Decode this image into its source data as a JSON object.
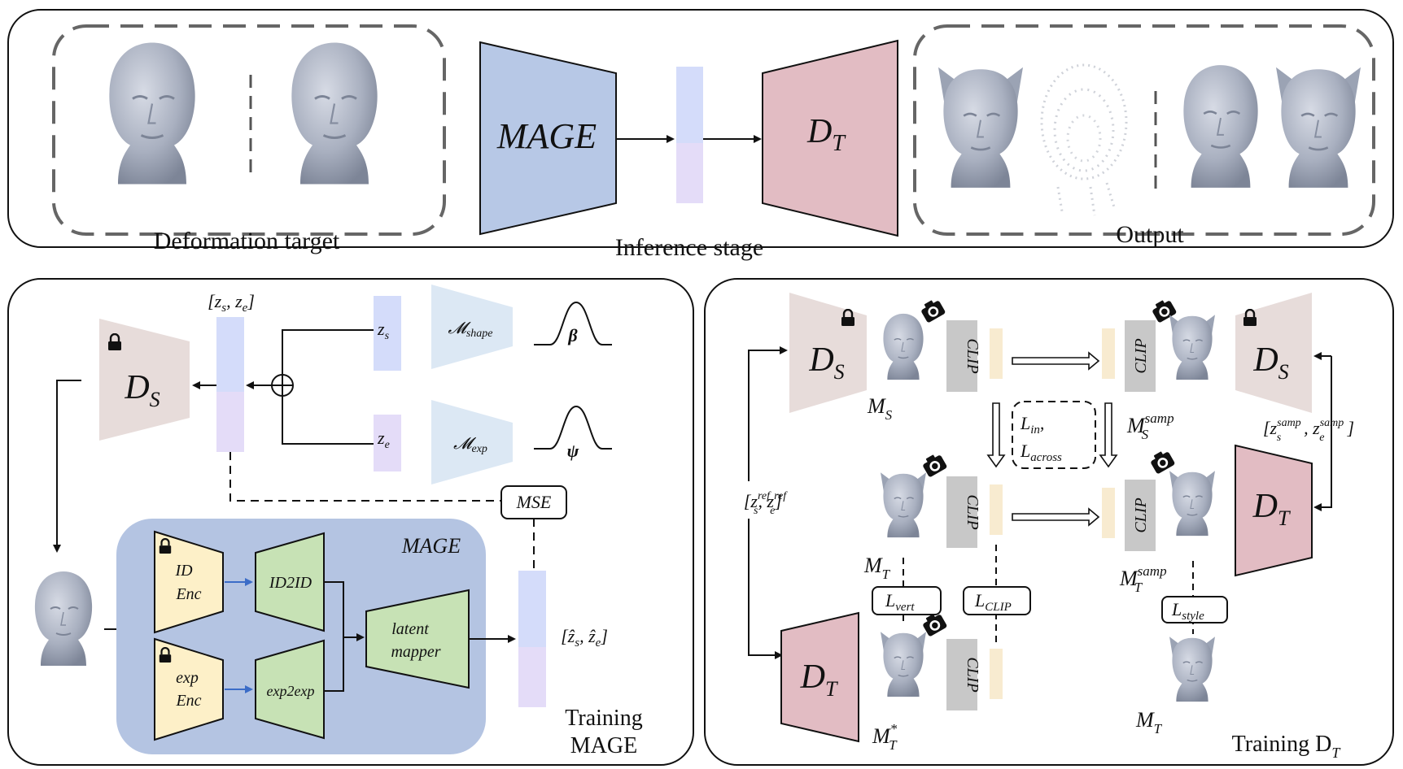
{
  "colors": {
    "mage_blue": "#b7c8e6",
    "dt_pink": "#e2bcc3",
    "ds_gray": "#e7dcda",
    "enc_yellow": "#fdf0c8",
    "mapper_green": "#c7e2b5",
    "latent_shape": "#d4dcfa",
    "latent_exp": "#e4dcf8",
    "clip_gray": "#c8c8c8",
    "clip_feat": "#f8ebd0",
    "mage_panel": "#b4c4e2",
    "mapping_blue": "#dce8f4",
    "face_gray": "#a6adbd"
  },
  "top": {
    "deformation_target": "Deformation target",
    "mage": "MAGE",
    "inference_stage": "Inference stage",
    "dt_base": "D",
    "dt_sub": "T",
    "output": "Output"
  },
  "left": {
    "latent_top": "[z",
    "latent_top_s": "s",
    "latent_top_comma": ", z",
    "latent_top_e": "e",
    "latent_top_close": "]",
    "ds_base": "D",
    "ds_sub": "S",
    "zs_base": "z",
    "zs_sub": "s",
    "ze_base": "z",
    "ze_sub": "e",
    "mshape_base": "𝓜",
    "mshape_sub": "shape",
    "mexp_base": "𝓜",
    "mexp_sub": "exp",
    "beta": "β",
    "psi": "ψ",
    "mse": "MSE",
    "mage_title": "MAGE",
    "id_enc_1": "ID",
    "id_enc_2": "Enc",
    "exp_enc_1": "exp",
    "exp_enc_2": "Enc",
    "id2id": "ID2ID",
    "exp2exp": "exp2exp",
    "latent_mapper_1": "latent",
    "latent_mapper_2": "mapper",
    "latent_hat": "[ẑ",
    "latent_hat_s": "s",
    "latent_hat_comma": ", ẑ",
    "latent_hat_e": "e",
    "latent_hat_close": "]",
    "training_1": "Training",
    "training_2": "MAGE"
  },
  "right": {
    "ds_left_base": "D",
    "ds_left_sub": "S",
    "ds_right_base": "D",
    "ds_right_sub": "S",
    "dt_right_base": "D",
    "dt_right_sub": "T",
    "dt_bottom_base": "D",
    "dt_bottom_sub": "T",
    "clip": "CLIP",
    "ms_base": "M",
    "ms_sub": "S",
    "ms_samp_base": "M",
    "ms_samp_sup": "samp",
    "ms_samp_sub": "S",
    "mt_base": "M",
    "mt_sub": "T",
    "mt_samp_base": "M",
    "mt_samp_sup": "samp",
    "mt_samp_sub": "T",
    "mt_star_base": "M",
    "mt_star_sup": "*",
    "mt_star_sub": "T",
    "mt_bottom_base": "M",
    "mt_bottom_sub": "T",
    "l_in_base": "L",
    "l_in_sub": "in",
    "l_in_comma": ",",
    "l_across_base": "L",
    "l_across_sub": "across",
    "l_vert_base": "L",
    "l_vert_sub": "vert",
    "l_clip_base": "L",
    "l_clip_sub": "CLIP",
    "l_style_base": "L",
    "l_style_sub": "style",
    "ref_open": "[z",
    "ref_s_sup": "ref",
    "ref_s_sub": "s",
    "ref_comma": ", z",
    "ref_e_sup": "ref",
    "ref_e_sub": "e",
    "ref_close": "]",
    "samp_open": "[z",
    "samp_s_sup": "samp",
    "samp_s_sub": "s",
    "samp_comma": ", z",
    "samp_e_sup": "samp",
    "samp_e_sub": "e",
    "samp_close": "]",
    "training_base": "Training D",
    "training_sub": "T"
  }
}
